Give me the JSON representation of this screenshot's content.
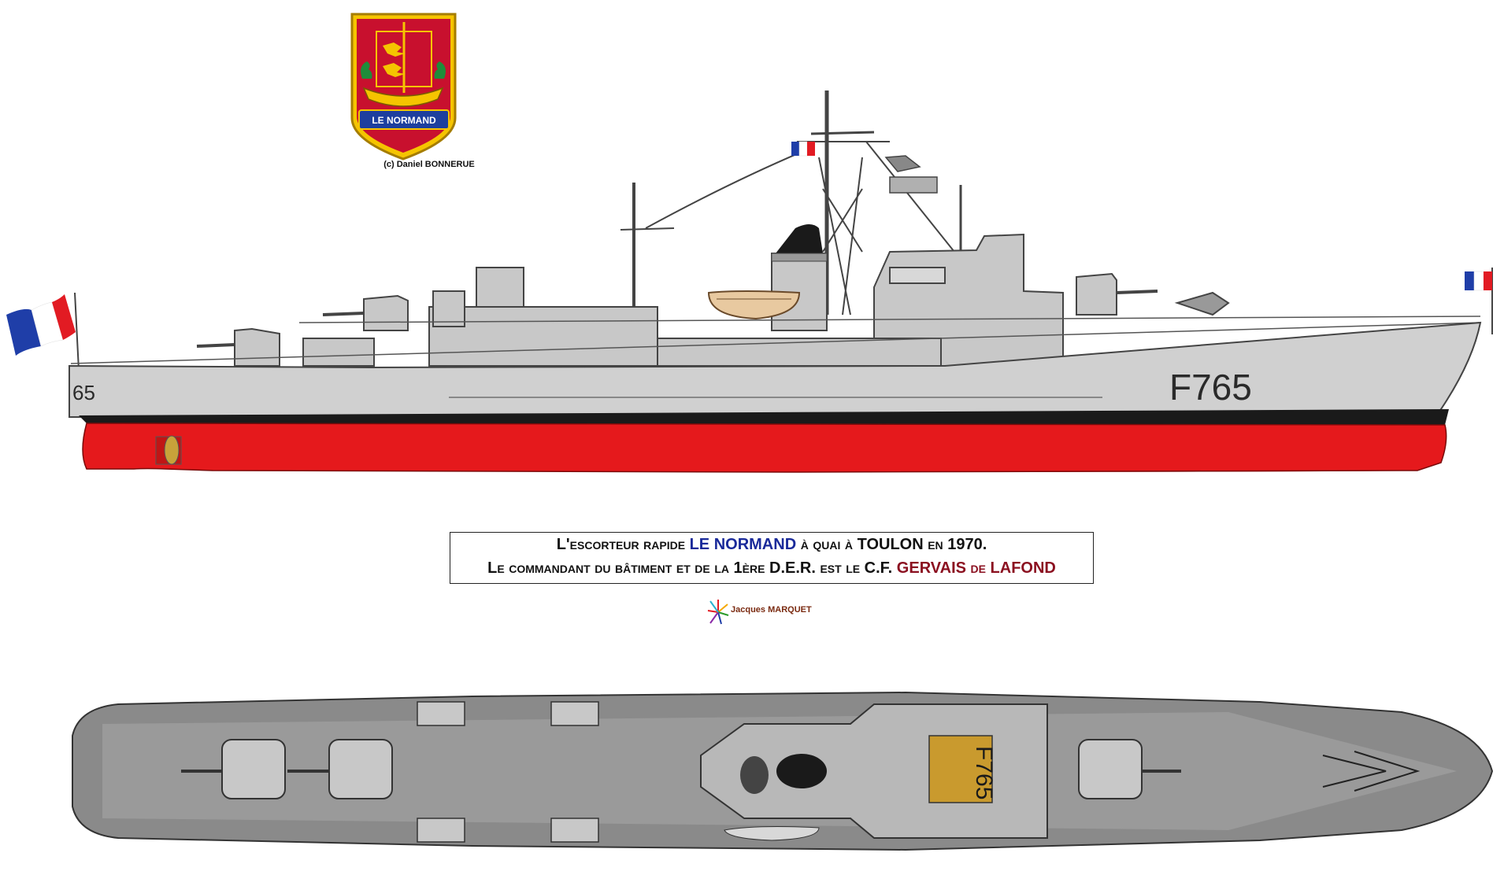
{
  "crest": {
    "ribbon_text": "LE NORMAND"
  },
  "credit": "(c) Daniel BONNERUE",
  "side_view": {
    "hull_number": "F765",
    "bow_number_partial": "65"
  },
  "top_view": {
    "deck_number": "F765"
  },
  "caption": {
    "line1": [
      {
        "text": "L'escorteur rapide ",
        "style": "plain"
      },
      {
        "text": "LE NORMAND",
        "style": "blue"
      },
      {
        "text": " à quai à TOULON en 1970.",
        "style": "plain"
      }
    ],
    "line2": [
      {
        "text": "Le commandant du bâtiment et de la 1ère D.E.R. est le C.F. ",
        "style": "plain"
      },
      {
        "text": "GERVAIS",
        "style": "red"
      },
      {
        "text": " de ",
        "style": "red"
      },
      {
        "text": "LAFOND",
        "style": "red"
      }
    ]
  },
  "signature": "Jacques MARQUET",
  "colors": {
    "hull_grey": "#d0d0d0",
    "antifouling_red": "#e5191c",
    "boot_top_black": "#1a1a1a",
    "deck_grey": "#8a8a8a",
    "flag_blue": "#1f3ea8",
    "flag_red": "#e21b23",
    "caption_blue": "#1a2a9a",
    "caption_red": "#8b1020"
  }
}
